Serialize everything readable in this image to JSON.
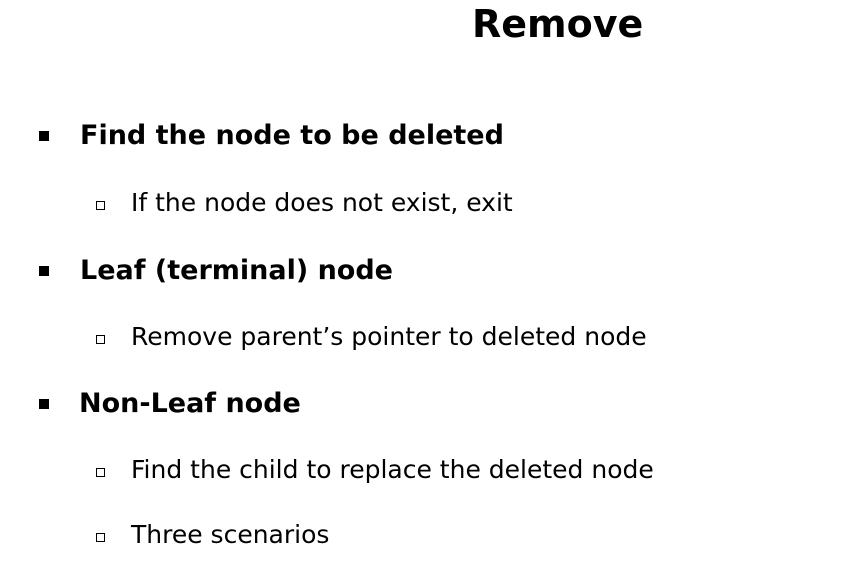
{
  "title": "Remove",
  "bullets": [
    {
      "text": "Find the node  to be deleted",
      "sub": [
        "If the node does not exist, exit"
      ]
    },
    {
      "text": "Leaf (terminal) node",
      "sub": [
        "Remove parent’s pointer to deleted node"
      ]
    },
    {
      "text": "Non-Leaf node",
      "sub": [
        "Find the child to replace the deleted node",
        "Three scenarios"
      ]
    }
  ]
}
